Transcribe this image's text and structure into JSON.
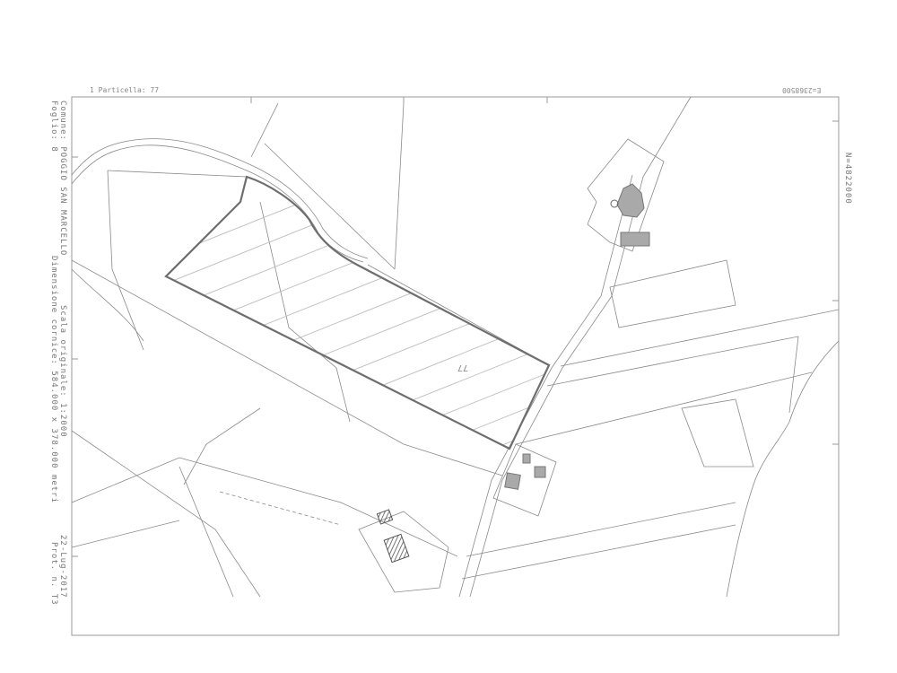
{
  "header": {
    "particella": "1 Particella: 77",
    "east_coordinate": "E=2368500",
    "north_coordinate": "N=4822000"
  },
  "info": {
    "comune": "Comune: POGGIO SAN MARCELLO",
    "foglio": "Foglio: 8",
    "scala": "Scala originale: 1:2000",
    "dimensione": "Dimensione cornice: 584.000 x 378.000 metri",
    "data": "22-Lug-2017",
    "protocollo": "Prot. n. T3"
  },
  "parcels": {
    "highlighted": "77"
  },
  "colors": {
    "line": "#8a8a8a",
    "highlight_border": "#6e6e6e",
    "building_fill": "#a9a9a9",
    "text": "#777777"
  }
}
